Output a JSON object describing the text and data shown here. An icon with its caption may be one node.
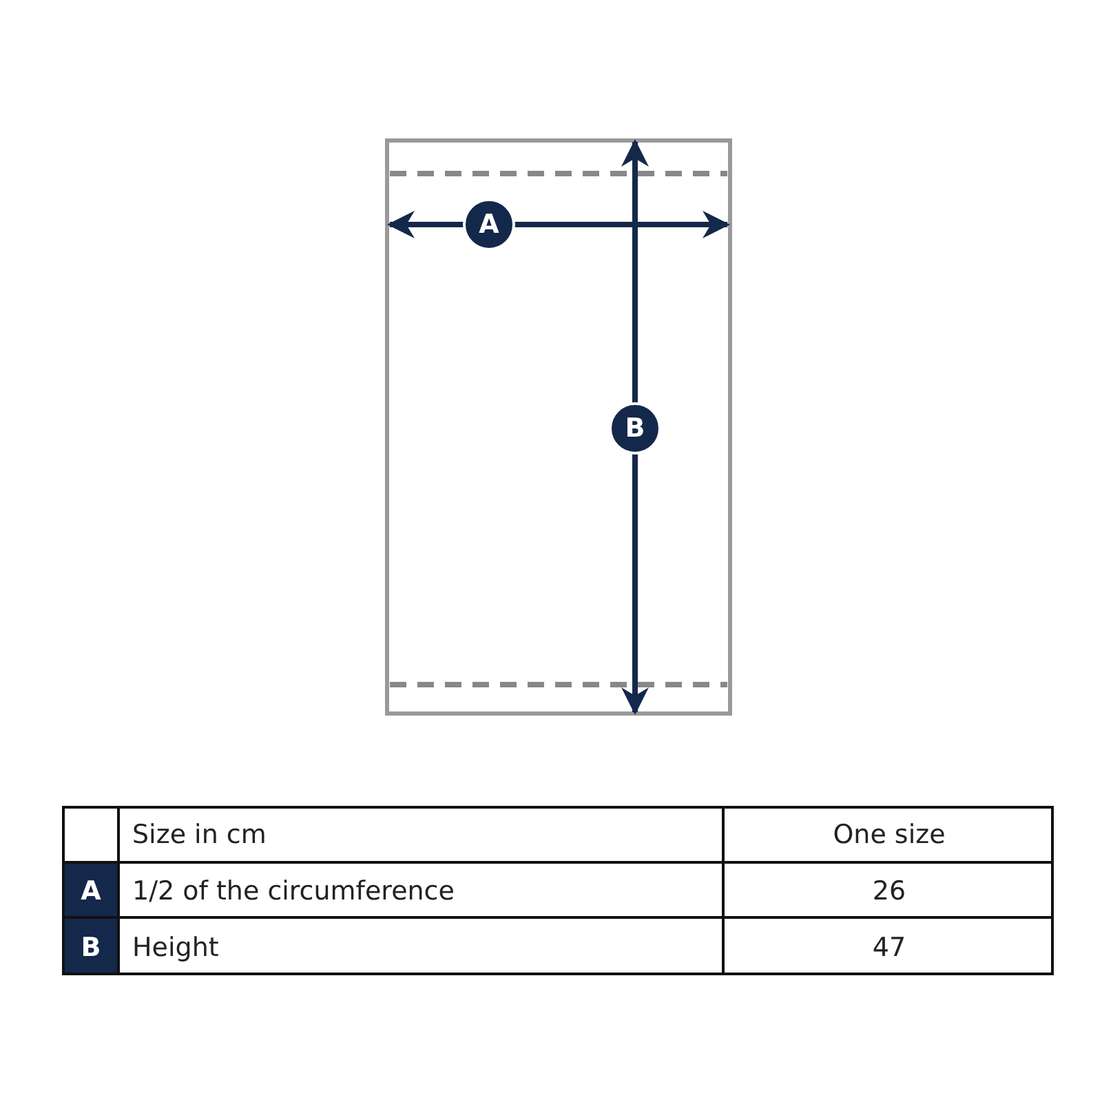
{
  "diagram": {
    "labels": [
      "A",
      "B",
      "Size in cm",
      "One size",
      "A",
      "1/2 of the circumference",
      "26",
      "B",
      "Height",
      "47"
    ]
  }
}
